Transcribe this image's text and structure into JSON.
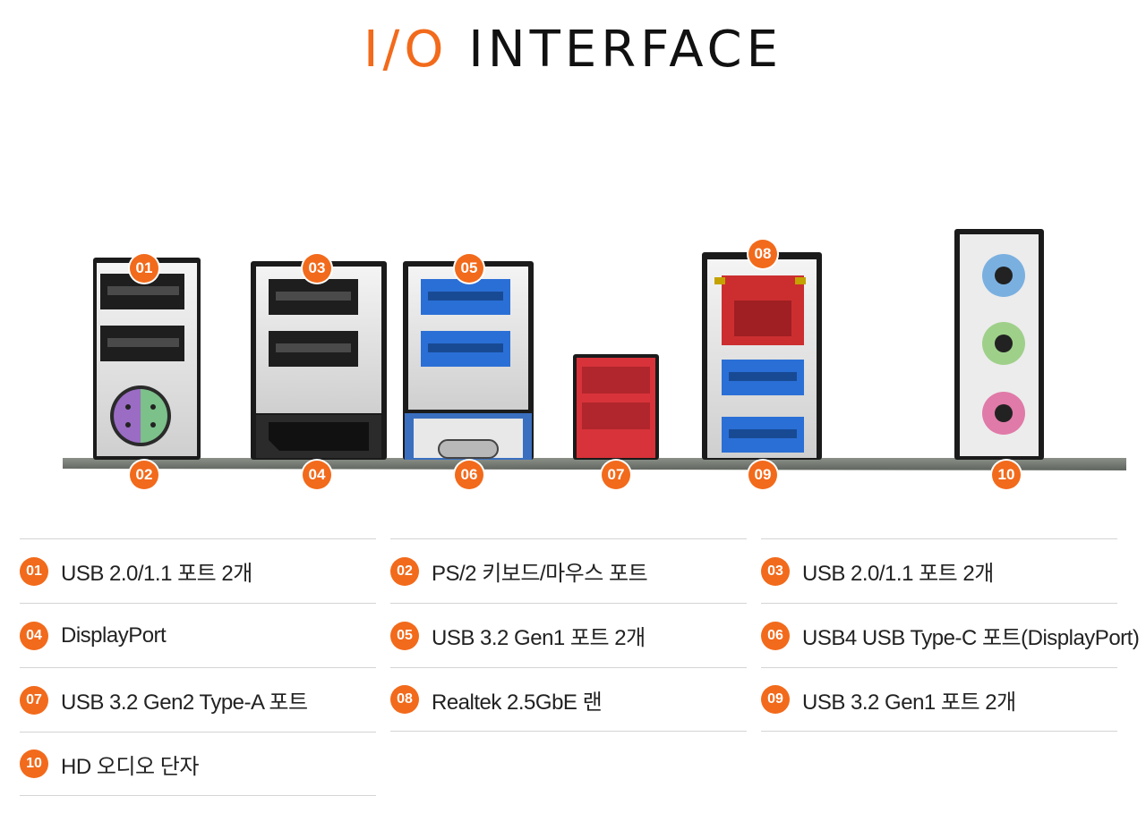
{
  "title": {
    "accent": "I/O",
    "main": "INTERFACE"
  },
  "colors": {
    "accent": "#f26a1b",
    "usb3_blue": "#2a6fd6",
    "usb_red": "#d8333a",
    "lan_red": "#cc2e30",
    "audio_blue": "#7ab0e0",
    "audio_green": "#9fd08a",
    "audio_pink": "#e07aa8",
    "ps2_purple": "#9a6cc4",
    "ps2_green": "#7cc08a"
  },
  "badges": [
    "01",
    "02",
    "03",
    "04",
    "05",
    "06",
    "07",
    "08",
    "09",
    "10"
  ],
  "legend": [
    {
      "num": "01",
      "label": "USB 2.0/1.1 포트 2개"
    },
    {
      "num": "02",
      "label": "PS/2 키보드/마우스 포트"
    },
    {
      "num": "03",
      "label": "USB 2.0/1.1 포트 2개"
    },
    {
      "num": "04",
      "label": "DisplayPort"
    },
    {
      "num": "05",
      "label": "USB 3.2 Gen1 포트 2개"
    },
    {
      "num": "06",
      "label": "USB4 USB Type-C 포트(DisplayPort)"
    },
    {
      "num": "07",
      "label": "USB 3.2 Gen2 Type-A 포트"
    },
    {
      "num": "08",
      "label": "Realtek 2.5GbE 랜"
    },
    {
      "num": "09",
      "label": "USB 3.2 Gen1 포트 2개"
    },
    {
      "num": "10",
      "label": "HD 오디오 단자"
    }
  ]
}
